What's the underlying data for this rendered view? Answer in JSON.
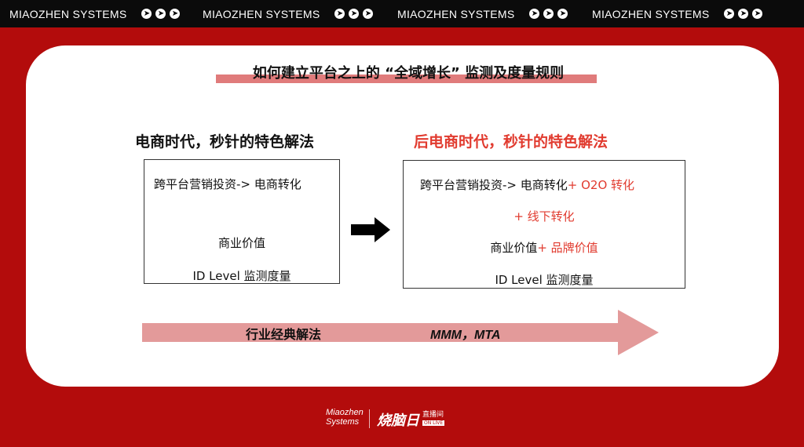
{
  "banner": {
    "brand": "MIAOZHEN SYSTEMS",
    "arrow_glyph": "➤"
  },
  "slide": {
    "title": "如何建立平台之上的 “全域增长” 监测及度量规则",
    "left": {
      "heading": "电商时代，秒针的特色解法",
      "line1": "跨平台营销投资-> 电商转化",
      "line2": "商业价值",
      "line3": "ID Level 监测度量"
    },
    "right": {
      "heading": "后电商时代，秒针的特色解法",
      "line1_black": "跨平台营销投资-> 电商转化",
      "line1_red": "+ O2O 转化",
      "line2_red": "+ 线下转化",
      "line3_black": "商业价值",
      "line3_red": "+ 品牌价值",
      "line4": "ID Level 监测度量"
    },
    "band": {
      "industry_label": "行业经典解法",
      "methods": "MMM，MTA"
    }
  },
  "footer": {
    "logo_line1": "Miaozhen",
    "logo_line2": "Systems",
    "live_logo": "烧脑日",
    "live_tag": "直播间",
    "live_sub": "ON LIVE"
  },
  "colors": {
    "background": "#b30c0c",
    "accent_red": "#e13b2f",
    "band_pink": "#e39a9a",
    "title_underline": "#e07b7b"
  }
}
